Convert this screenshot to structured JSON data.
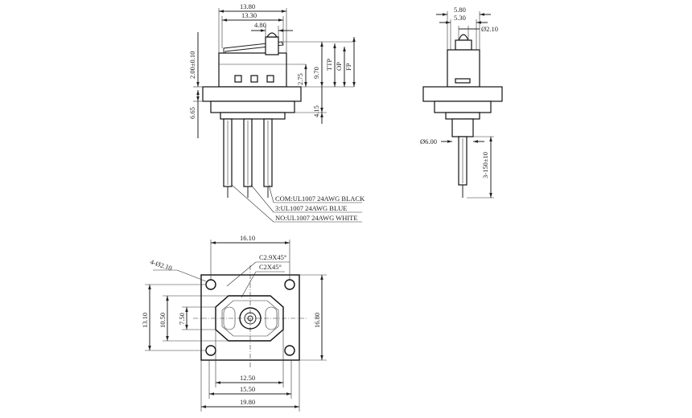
{
  "front_view": {
    "dim_top_1": "13.80",
    "dim_top_2": "13.30",
    "dim_top_3": "4.80",
    "dim_left_1": "2.00±0.10",
    "dim_left_2": "6.65",
    "dim_right_1": "2.75",
    "dim_right_2": "9.70",
    "dim_right_3": "4.15",
    "dim_ttp": "TTP",
    "dim_op": "OP",
    "dim_fp": "FP",
    "wire_com": "COM:UL1007 24AWG BLACK",
    "wire_3": "3:UL1007 24AWG BLUE",
    "wire_no": "NO:UL1007 24AWG WHITE"
  },
  "side_view": {
    "dim_top_1": "5.80",
    "dim_top_2": "5.30",
    "dim_dia": "Ø2.10",
    "dim_dia_bottom": "Ø6.00",
    "dim_wire": "3-150±10"
  },
  "bottom_view": {
    "dim_top": "16.10",
    "chamfer_1": "C2.9X45°",
    "chamfer_2": "C2X45°",
    "holes": "4-Ø2.10",
    "dim_left_1": "13.10",
    "dim_left_2": "10.50",
    "dim_left_3": "7.50",
    "dim_right": "16.80",
    "dim_bottom_1": "12.50",
    "dim_bottom_2": "15.50",
    "dim_bottom_3": "19.80"
  }
}
